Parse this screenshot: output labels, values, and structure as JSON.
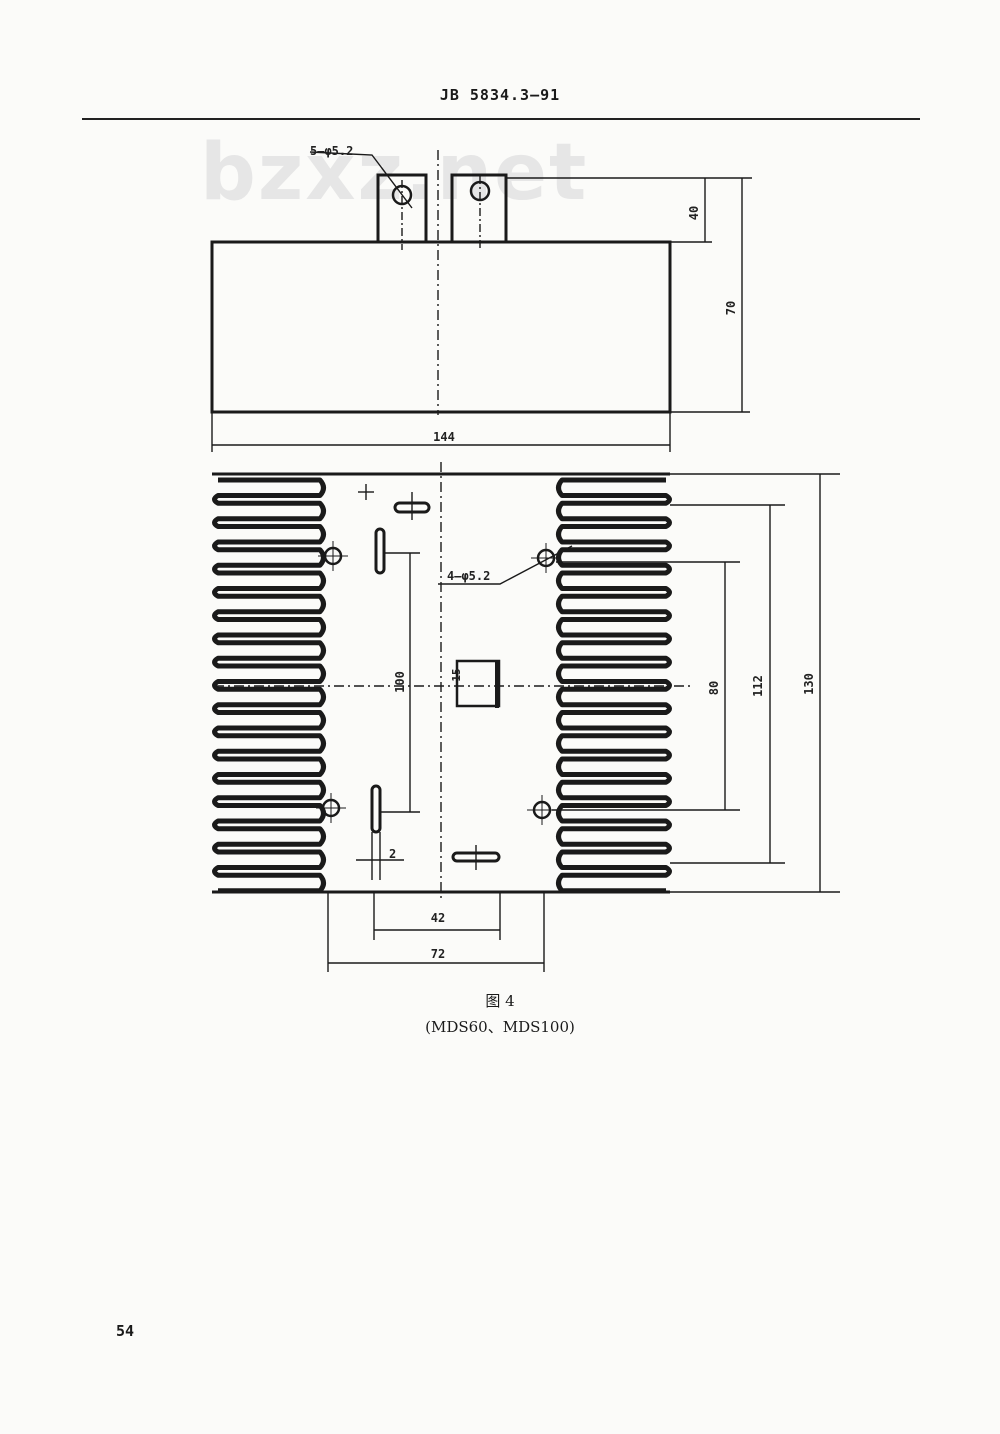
{
  "header": {
    "standard_code": "JB 5834.3—91"
  },
  "watermark": {
    "text": "bzxz.net"
  },
  "top_view": {
    "terminal_callout": "5—φ5.2",
    "dimensions": {
      "width": "144",
      "height": "70",
      "terminal_height": "40"
    }
  },
  "bottom_view": {
    "hole_callout": "4—φ5.2",
    "dimensions": {
      "height_outer": "130",
      "height_mid": "112",
      "height_inner": "80",
      "width_outer": "72",
      "width_inner": "42",
      "slot": "2",
      "left_vertical": "100",
      "center_small": "15"
    }
  },
  "caption": {
    "figure": "图 4",
    "models": "(MDS60、MDS100)"
  },
  "page_number": "54"
}
